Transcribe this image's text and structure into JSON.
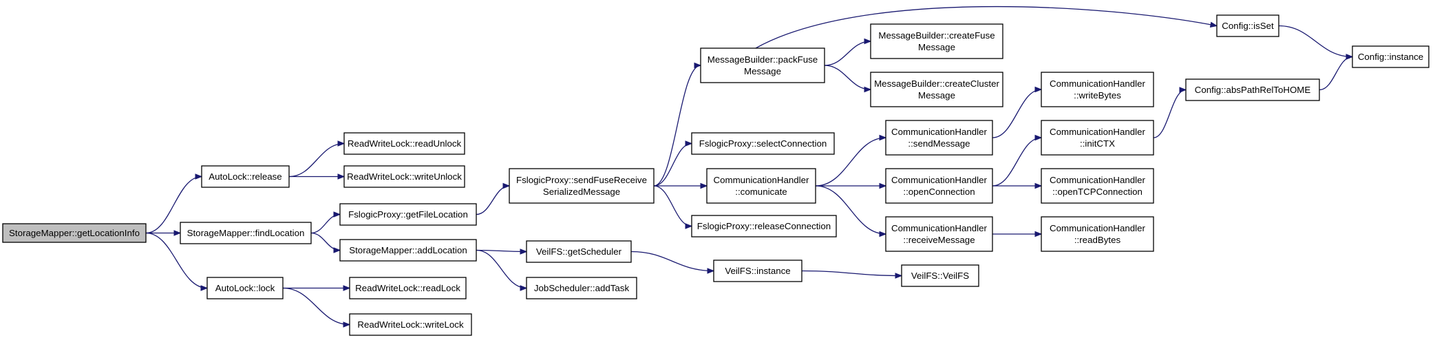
{
  "title": "StorageMapper::getLocationInfo call graph",
  "colors": {
    "edge": "#191970",
    "root_fill": "#bfbfbf",
    "node_fill": "#ffffff",
    "border": "#000000"
  },
  "nodes": [
    {
      "id": "root",
      "lines": [
        "StorageMapper::getLocationInfo"
      ],
      "root": true
    },
    {
      "id": "autolock_release",
      "lines": [
        "AutoLock::release"
      ]
    },
    {
      "id": "sm_findlocation",
      "lines": [
        "StorageMapper::findLocation"
      ]
    },
    {
      "id": "autolock_lock",
      "lines": [
        "AutoLock::lock"
      ]
    },
    {
      "id": "rwl_readunlock",
      "lines": [
        "ReadWriteLock::readUnlock"
      ]
    },
    {
      "id": "rwl_writeunlock",
      "lines": [
        "ReadWriteLock::writeUnlock"
      ]
    },
    {
      "id": "fp_getfilelocation",
      "lines": [
        "FslogicProxy::getFileLocation"
      ]
    },
    {
      "id": "sm_addlocation",
      "lines": [
        "StorageMapper::addLocation"
      ]
    },
    {
      "id": "rwl_readlock",
      "lines": [
        "ReadWriteLock::readLock"
      ]
    },
    {
      "id": "rwl_writelock",
      "lines": [
        "ReadWriteLock::writeLock"
      ]
    },
    {
      "id": "fp_sendfuse",
      "lines": [
        "FslogicProxy::sendFuseReceive",
        "SerializedMessage"
      ]
    },
    {
      "id": "veilfs_getscheduler",
      "lines": [
        "VeilFS::getScheduler"
      ]
    },
    {
      "id": "js_addtask",
      "lines": [
        "JobScheduler::addTask"
      ]
    },
    {
      "id": "mb_packfuse",
      "lines": [
        "MessageBuilder::packFuse",
        "Message"
      ]
    },
    {
      "id": "fp_selectconn",
      "lines": [
        "FslogicProxy::selectConnection"
      ]
    },
    {
      "id": "ch_comunicate",
      "lines": [
        "CommunicationHandler",
        "::comunicate"
      ]
    },
    {
      "id": "fp_releaseconn",
      "lines": [
        "FslogicProxy::releaseConnection"
      ]
    },
    {
      "id": "veilfs_instance",
      "lines": [
        "VeilFS::instance"
      ]
    },
    {
      "id": "mb_createfuse",
      "lines": [
        "MessageBuilder::createFuse",
        "Message"
      ]
    },
    {
      "id": "mb_createcluster",
      "lines": [
        "MessageBuilder::createCluster",
        "Message"
      ]
    },
    {
      "id": "ch_sendmessage",
      "lines": [
        "CommunicationHandler",
        "::sendMessage"
      ]
    },
    {
      "id": "ch_openconnection",
      "lines": [
        "CommunicationHandler",
        "::openConnection"
      ]
    },
    {
      "id": "ch_receivemessage",
      "lines": [
        "CommunicationHandler",
        "::receiveMessage"
      ]
    },
    {
      "id": "veilfs_veilfs",
      "lines": [
        "VeilFS::VeilFS"
      ]
    },
    {
      "id": "config_isset",
      "lines": [
        "Config::isSet"
      ]
    },
    {
      "id": "ch_writebytes",
      "lines": [
        "CommunicationHandler",
        "::writeBytes"
      ]
    },
    {
      "id": "ch_initctx",
      "lines": [
        "CommunicationHandler",
        "::initCTX"
      ]
    },
    {
      "id": "ch_opentcp",
      "lines": [
        "CommunicationHandler",
        "::openTCPConnection"
      ]
    },
    {
      "id": "ch_readbytes",
      "lines": [
        "CommunicationHandler",
        "::readBytes"
      ]
    },
    {
      "id": "config_abspath",
      "lines": [
        "Config::absPathRelToHOME"
      ]
    },
    {
      "id": "config_instance",
      "lines": [
        "Config::instance"
      ]
    }
  ],
  "edges": [
    [
      "root",
      "autolock_release"
    ],
    [
      "root",
      "sm_findlocation"
    ],
    [
      "root",
      "autolock_lock"
    ],
    [
      "autolock_release",
      "rwl_readunlock"
    ],
    [
      "autolock_release",
      "rwl_writeunlock"
    ],
    [
      "sm_findlocation",
      "fp_getfilelocation"
    ],
    [
      "sm_findlocation",
      "sm_addlocation"
    ],
    [
      "autolock_lock",
      "rwl_readlock"
    ],
    [
      "autolock_lock",
      "rwl_writelock"
    ],
    [
      "fp_getfilelocation",
      "fp_sendfuse"
    ],
    [
      "sm_addlocation",
      "veilfs_getscheduler"
    ],
    [
      "sm_addlocation",
      "js_addtask"
    ],
    [
      "fp_sendfuse",
      "mb_packfuse"
    ],
    [
      "fp_sendfuse",
      "fp_selectconn"
    ],
    [
      "fp_sendfuse",
      "ch_comunicate"
    ],
    [
      "fp_sendfuse",
      "fp_releaseconn"
    ],
    [
      "veilfs_getscheduler",
      "veilfs_instance"
    ],
    [
      "mb_packfuse",
      "config_isset"
    ],
    [
      "mb_packfuse",
      "mb_createfuse"
    ],
    [
      "mb_packfuse",
      "mb_createcluster"
    ],
    [
      "ch_comunicate",
      "ch_sendmessage"
    ],
    [
      "ch_comunicate",
      "ch_openconnection"
    ],
    [
      "ch_comunicate",
      "ch_receivemessage"
    ],
    [
      "veilfs_instance",
      "veilfs_veilfs"
    ],
    [
      "ch_sendmessage",
      "ch_writebytes"
    ],
    [
      "ch_openconnection",
      "ch_initctx"
    ],
    [
      "ch_openconnection",
      "ch_opentcp"
    ],
    [
      "ch_receivemessage",
      "ch_readbytes"
    ],
    [
      "ch_initctx",
      "config_abspath"
    ],
    [
      "config_isset",
      "config_instance"
    ],
    [
      "config_abspath",
      "config_instance"
    ]
  ]
}
